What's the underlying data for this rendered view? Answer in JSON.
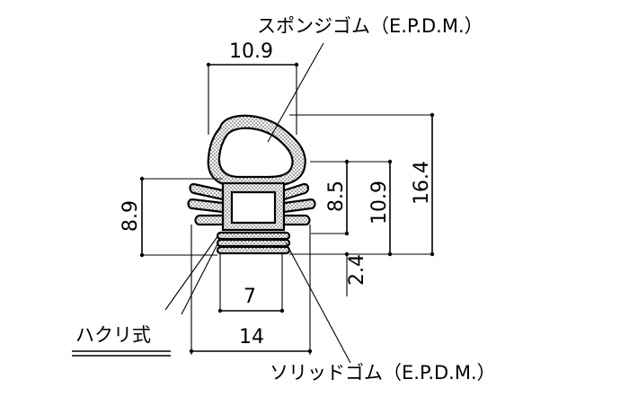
{
  "diagram": {
    "top_label": "スポンジゴム（E.P.D.M.）",
    "bottom_label": "ソリッドゴム（E.P.D.M.）",
    "left_label": "ハクリ式",
    "dimensions": {
      "top_width": "10.9",
      "left_height": "8.9",
      "height_a": "8.5",
      "height_b": "10.9",
      "height_total": "16.4",
      "base_thickness": "2.4",
      "core_width": "7",
      "base_width": "14"
    }
  }
}
